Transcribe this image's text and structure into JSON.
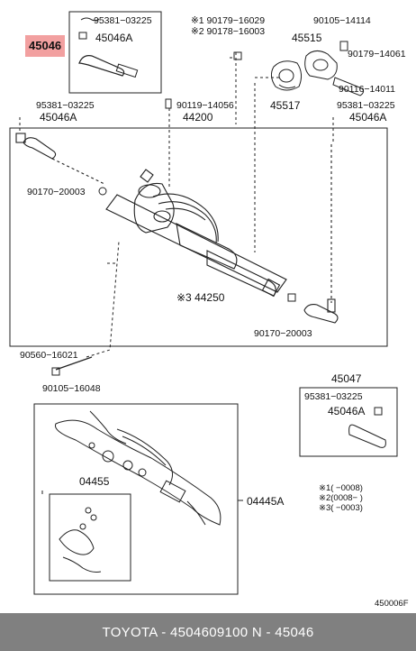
{
  "part_labels": {
    "top_clamp_part": "95381−03225",
    "top_nut": "45046A",
    "highlighted_part": "45046",
    "bolt_a": "※1 90179−16029",
    "bolt_b": "※2 90178−16003",
    "bracket_nut": "90105−14114",
    "bracket": "45515",
    "bracket_nut_b": "90179−14061",
    "bracket_bolt": "90116−14011",
    "bushing": "45517",
    "clamp_left": "95381−03225",
    "nut_left": "45046A",
    "bolt_mid": "90119−14056",
    "assembly": "44200",
    "clamp_right": "95381−03225",
    "nut_right": "45046A",
    "grommet_left": "90170−20003",
    "gear_assembly": "※3 44250",
    "grommet_right": "90170−20003",
    "bolt_lower": "90560−16021",
    "nut_lower": "90105−16048",
    "end_assembly": "45047",
    "end_clamp": "95381−03225",
    "end_nut": "45046A",
    "kit_inner": "04455",
    "kit_outer": "04445A",
    "note_1": "※1(    −0008)",
    "note_2": "※2(0008−    )",
    "note_3": "※3(    −0003)",
    "figure_code": "450006F"
  },
  "footer": {
    "text": "TOYOTA - 4504609100       N - 45046"
  }
}
